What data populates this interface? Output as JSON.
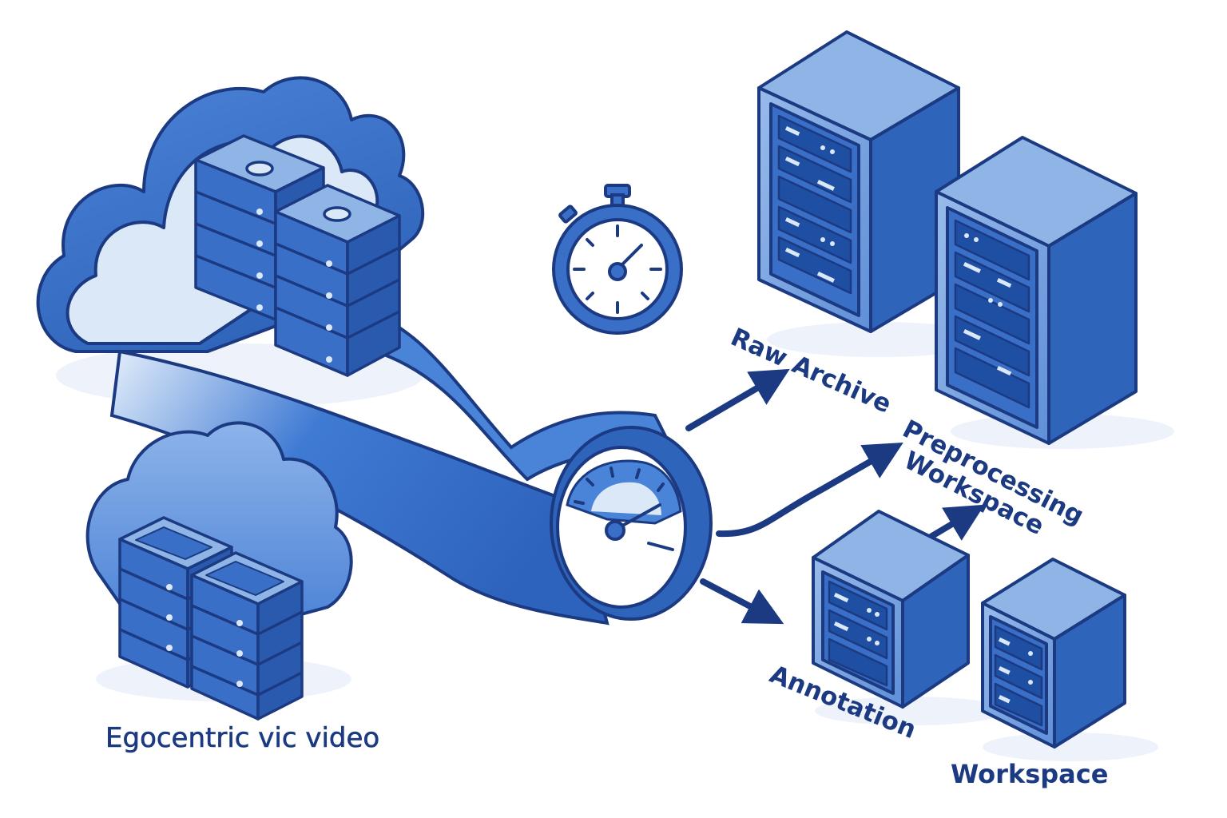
{
  "labels": {
    "egocentric": "Egocentric vic video",
    "raw_archive": "Raw Archive",
    "preprocessing_line1": "Preprocessing",
    "preprocessing_line2": "Workspace",
    "annotation": "Annotation",
    "workspace": "Workspace"
  },
  "colors": {
    "outline": "#1b3a82",
    "primary": "#3a6fc8",
    "light": "#8fb4e6",
    "pale": "#dbe8f8",
    "accent": "#4a90e2"
  },
  "icons": [
    "cloud-icon",
    "server-stack-icon",
    "stopwatch-icon",
    "speedometer-gauge-icon",
    "server-tower-icon",
    "arrow-icon"
  ]
}
